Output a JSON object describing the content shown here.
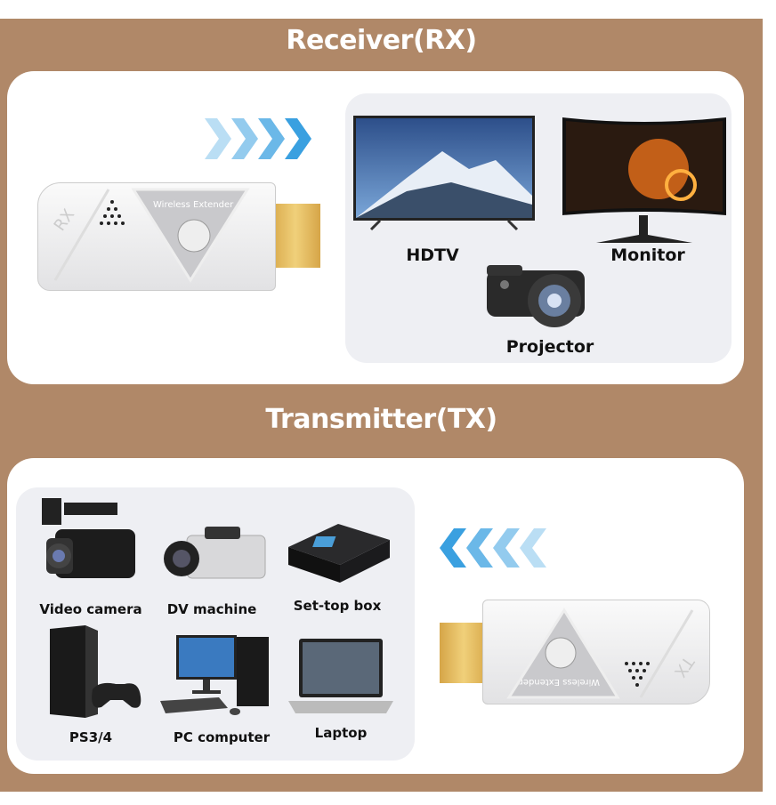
{
  "receiver": {
    "title": "Receiver(RX)",
    "dongle_text": "Wireless Extender",
    "dongle_mark": "RX",
    "devices": [
      "HDTV",
      "Monitor",
      "Projector"
    ]
  },
  "transmitter": {
    "title": "Transmitter(TX)",
    "dongle_text": "Wireless Extender",
    "dongle_mark": "TX",
    "devices": [
      "Video camera",
      "DV machine",
      "Set-top box",
      "PS3/4",
      "PC computer",
      "Laptop"
    ]
  },
  "colors": {
    "background": "#b08868",
    "arrow": "#3aa0e0",
    "panel": "#eeeff3"
  }
}
